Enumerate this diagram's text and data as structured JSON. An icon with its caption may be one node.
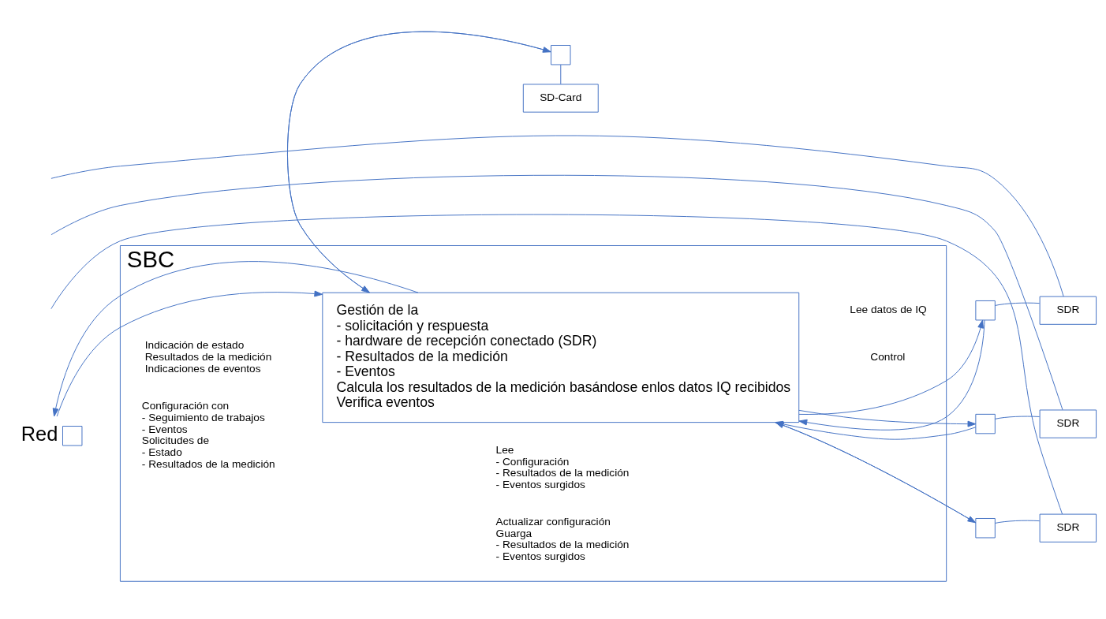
{
  "diagram": {
    "nodes": [
      {
        "text": [
          "SBC"
        ]
      },
      {
        "text": [
          "Gestión de la",
          "- solicitación y respuesta",
          "- hardware de recepción conectado (SDR)",
          "- Resultados de la medición",
          "- Eventos",
          "Calcula los resultados de la medición basándose enlos datos IQ recibidos",
          "Verifica eventos"
        ],
        "in": 0
      },
      {
        "text": [],
        "shape": "box",
        "beside": [
          "Red"
        ]
      },
      {
        "text": [],
        "shape": "box"
      },
      {
        "text": [],
        "shape": "box"
      },
      {
        "text": [],
        "shape": "box"
      },
      {
        "text": [
          "SDR"
        ]
      },
      {
        "text": [
          "SDR"
        ]
      },
      {
        "text": [
          "SDR"
        ]
      },
      {
        "text": [],
        "shape": "box"
      },
      {
        "text": [
          "SD-Card"
        ]
      }
    ],
    "edges": [
      {
        "from": 2,
        "to": 1,
        "arrow": "to"
      },
      {
        "from": 1,
        "to": 2,
        "arrow": "to"
      },
      {
        "from": 1,
        "to": 3,
        "arrow": "to"
      },
      {
        "from": 3,
        "to": 1,
        "arrow": "to"
      },
      {
        "from": 1,
        "to": 4,
        "arrow": "to"
      },
      {
        "from": 4,
        "to": 1,
        "arrow": "to"
      },
      {
        "from": 1,
        "to": 5,
        "arrow": "to"
      },
      {
        "from": 5,
        "to": 1,
        "arrow": "to"
      },
      {
        "from": 3,
        "to": 6,
        "arrow": "none"
      },
      {
        "from": 4,
        "to": 7,
        "arrow": "none"
      },
      {
        "from": 5,
        "to": 8,
        "arrow": "none"
      },
      {
        "from": 6,
        "to": null,
        "arrow": "none"
      },
      {
        "from": 7,
        "to": null,
        "arrow": "none"
      },
      {
        "from": 8,
        "to": null,
        "arrow": "none"
      },
      {
        "from": 9,
        "to": 1,
        "arrow": "to"
      },
      {
        "from": 1,
        "to": 9,
        "arrow": "to"
      },
      {
        "from": 9,
        "to": 10,
        "arrow": "none"
      }
    ],
    "labels": [
      "Configuración con",
      "- Seguimiento de trabajos",
      "- Eventos",
      "Solicitudes de",
      "- Estado",
      "- Resultados de la medición",
      "Indicación de estado",
      "Resultados de la medición",
      "Indicaciones de eventos",
      "Control",
      "Lee datos de IQ",
      "Lee",
      "- Configuración",
      "- Resultados de la medición",
      "- Eventos surgidos",
      "Actualizar configuración",
      "Guarga",
      "- Resultados de la medición",
      "- Eventos surgidos"
    ]
  }
}
